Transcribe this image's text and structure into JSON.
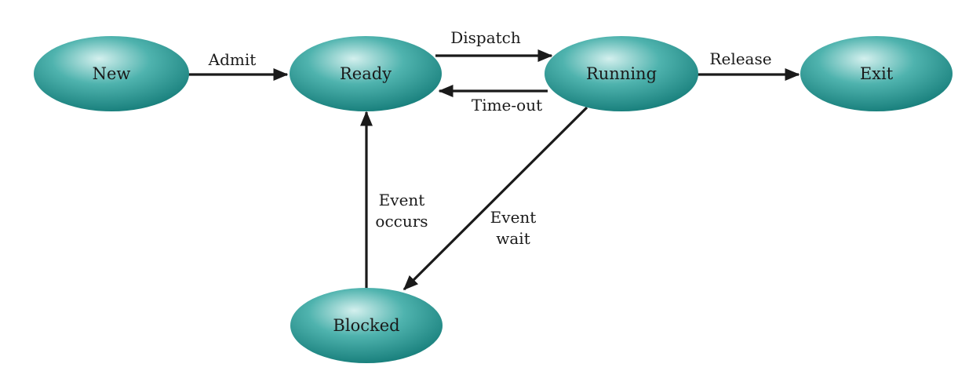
{
  "colors": {
    "node_center": "#d4f0ee",
    "node_mid": "#4fb3ae",
    "node_edge": "#137a77",
    "arrow": "#1a1a1a",
    "text": "#1a1a1a"
  },
  "states": {
    "new": "New",
    "ready": "Ready",
    "running": "Running",
    "exit": "Exit",
    "blocked": "Blocked"
  },
  "transitions": {
    "admit": "Admit",
    "dispatch": "Dispatch",
    "timeout": "Time-out",
    "release": "Release",
    "event_occurs_line1": "Event",
    "event_occurs_line2": "occurs",
    "event_wait_line1": "Event",
    "event_wait_line2": "wait"
  }
}
